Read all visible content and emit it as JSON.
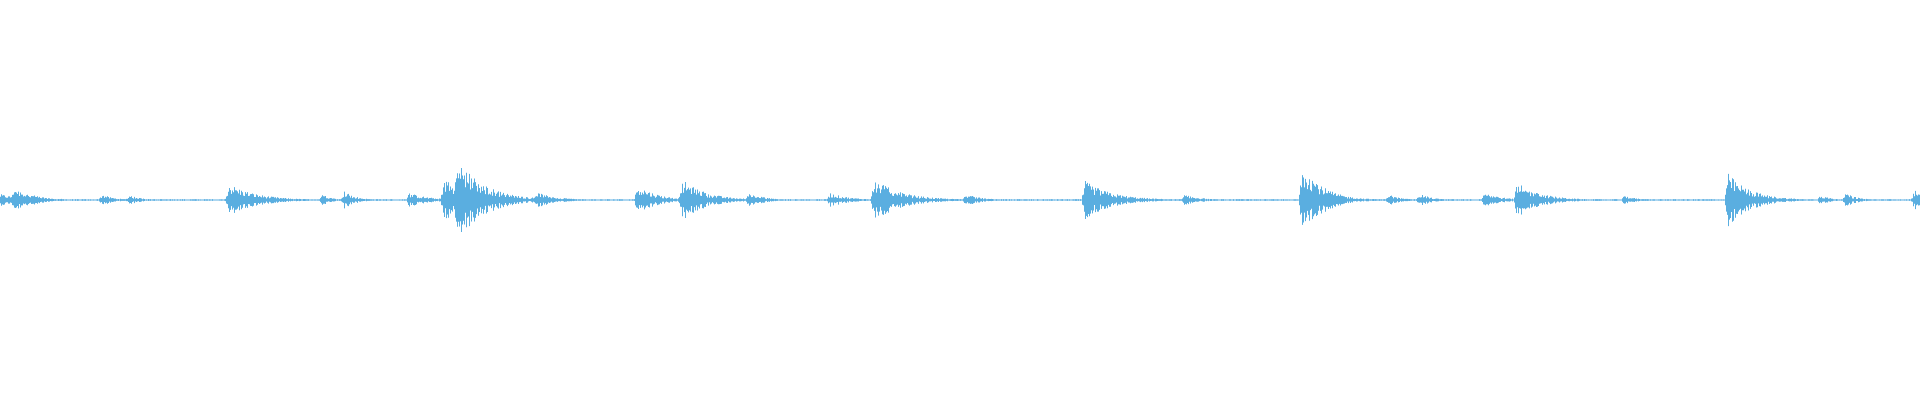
{
  "waveform": {
    "color": "#5aaee0",
    "baseline_amplitude": 0.015,
    "peaks": [
      {
        "t": 0.0,
        "amp": 0.1,
        "decay": 0.012
      },
      {
        "t": 0.007,
        "amp": 0.22,
        "decay": 0.01
      },
      {
        "t": 0.053,
        "amp": 0.1,
        "decay": 0.006
      },
      {
        "t": 0.067,
        "amp": 0.09,
        "decay": 0.006
      },
      {
        "t": 0.119,
        "amp": 0.28,
        "decay": 0.014
      },
      {
        "t": 0.168,
        "amp": 0.1,
        "decay": 0.005
      },
      {
        "t": 0.179,
        "amp": 0.16,
        "decay": 0.006
      },
      {
        "t": 0.213,
        "amp": 0.12,
        "decay": 0.01
      },
      {
        "t": 0.231,
        "amp": 0.38,
        "decay": 0.012
      },
      {
        "t": 0.238,
        "amp": 0.7,
        "decay": 0.014
      },
      {
        "t": 0.279,
        "amp": 0.14,
        "decay": 0.01
      },
      {
        "t": 0.332,
        "amp": 0.26,
        "decay": 0.01
      },
      {
        "t": 0.355,
        "amp": 0.36,
        "decay": 0.012
      },
      {
        "t": 0.39,
        "amp": 0.12,
        "decay": 0.008
      },
      {
        "t": 0.432,
        "amp": 0.12,
        "decay": 0.01
      },
      {
        "t": 0.455,
        "amp": 0.36,
        "decay": 0.014
      },
      {
        "t": 0.503,
        "amp": 0.1,
        "decay": 0.008
      },
      {
        "t": 0.565,
        "amp": 0.32,
        "decay": 0.014
      },
      {
        "t": 0.617,
        "amp": 0.1,
        "decay": 0.008
      },
      {
        "t": 0.678,
        "amp": 0.67,
        "decay": 0.01
      },
      {
        "t": 0.723,
        "amp": 0.1,
        "decay": 0.006
      },
      {
        "t": 0.739,
        "amp": 0.12,
        "decay": 0.006
      },
      {
        "t": 0.773,
        "amp": 0.14,
        "decay": 0.008
      },
      {
        "t": 0.79,
        "amp": 0.3,
        "decay": 0.012
      },
      {
        "t": 0.846,
        "amp": 0.08,
        "decay": 0.006
      },
      {
        "t": 0.9,
        "amp": 0.44,
        "decay": 0.012
      },
      {
        "t": 0.948,
        "amp": 0.08,
        "decay": 0.006
      },
      {
        "t": 0.961,
        "amp": 0.12,
        "decay": 0.006
      },
      {
        "t": 0.997,
        "amp": 0.18,
        "decay": 0.008
      }
    ]
  }
}
